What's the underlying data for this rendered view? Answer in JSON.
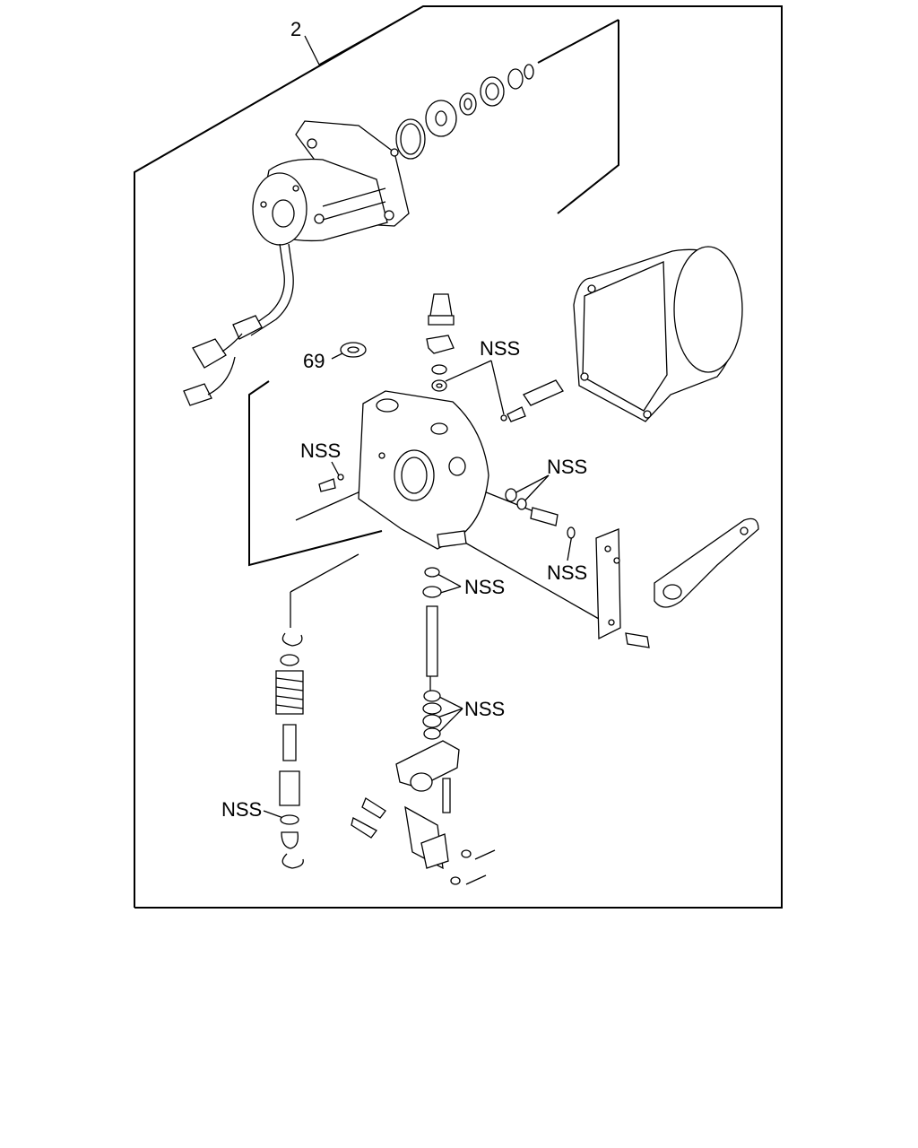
{
  "callouts": {
    "assembly": "2",
    "washer": "69",
    "nss": "NSS"
  }
}
